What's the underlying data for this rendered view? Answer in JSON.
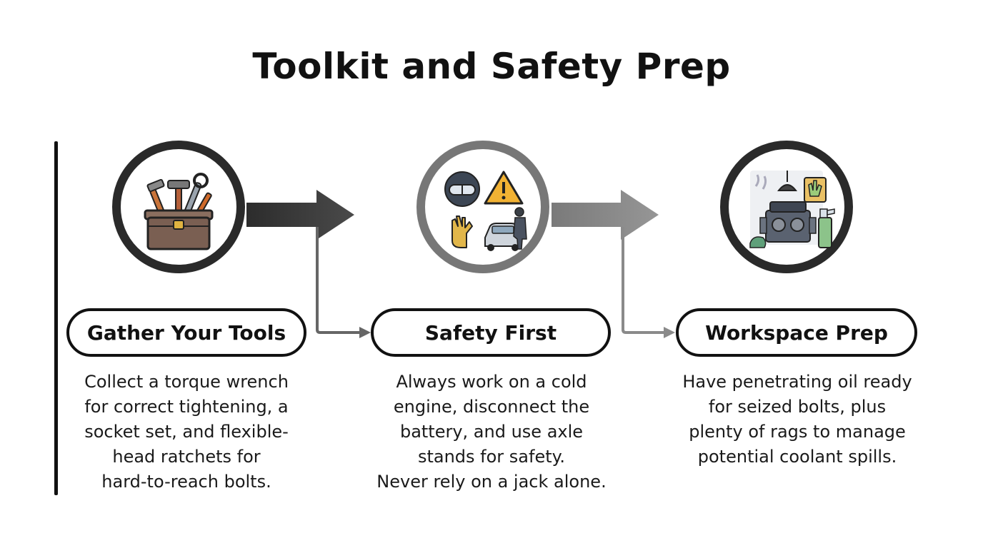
{
  "title": "Toolkit and Safety Prep",
  "steps": [
    {
      "heading": "Gather Your Tools",
      "icon": "toolbox-icon",
      "lines": [
        "Collect a torque wrench",
        "for correct tightening, a",
        "socket set, and flexible-",
        "head ratchets for",
        "hard-to-reach bolts."
      ]
    },
    {
      "heading": "Safety First",
      "icon": "safety-gear-icon",
      "lines": [
        "Always work on a cold",
        "engine, disconnect the",
        "battery, and use axle",
        "stands for safety.",
        "Never rely on a jack alone."
      ]
    },
    {
      "heading": "Workspace Prep",
      "icon": "workspace-icon",
      "lines": [
        "Have penetrating oil ready",
        "for seized bolts, plus",
        "plenty of rags to manage",
        "potential coolant spills."
      ]
    }
  ],
  "colors": {
    "arrow_dark": "#3a3a3a",
    "arrow_mid": "#888888",
    "ring_dark": "#2a2a2a",
    "ring_mid": "#777777"
  }
}
